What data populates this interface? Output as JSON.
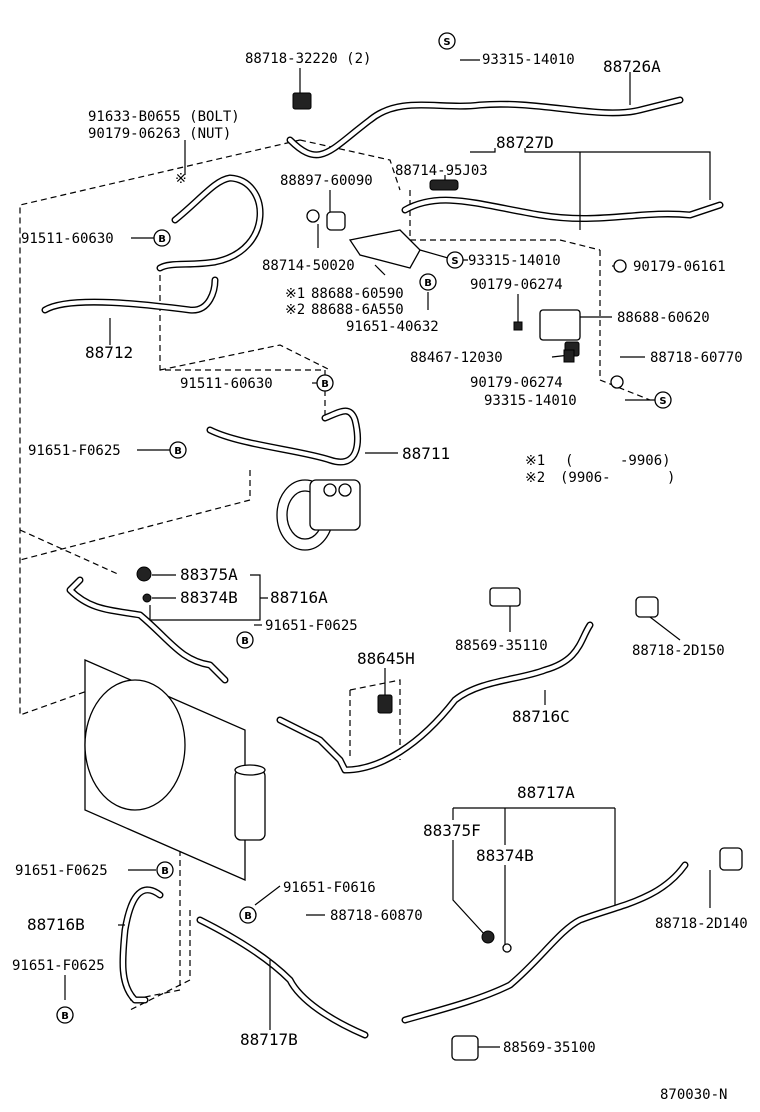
{
  "labels": {
    "p88718_32220": "88718-32220 (2)",
    "p93315_14010_a": "93315-14010",
    "p88726A": "88726A",
    "p91633_B0655": "91633-B0655 (BOLT)",
    "p90179_06263": "90179-06263 (NUT)",
    "p88727D": "88727D",
    "p88714_95J03": "88714-95J03",
    "p88897_60090": "88897-60090",
    "p91511_60630_a": "91511-60630",
    "p88714_50020": "88714-50020",
    "p93315_14010_b": "93315-14010",
    "p90179_06161": "90179-06161",
    "p88688_60590": "88688-60590",
    "p88688_6A550": "88688-6A550",
    "p90179_06274_a": "90179-06274",
    "p91651_40632": "91651-40632",
    "p88688_60620": "88688-60620",
    "p88712": "88712",
    "p88467_12030": "88467-12030",
    "p88718_60770": "88718-60770",
    "p91511_60630_b": "91511-60630",
    "p90179_06274_b": "90179-06274",
    "p93315_14010_c": "93315-14010",
    "p91651_F0625_a": "91651-F0625",
    "p88711": "88711",
    "p88375A": "88375A",
    "p88374B": "88374B",
    "p88716A": "88716A",
    "p91651_F0625_b": "91651-F0625",
    "p88569_35110": "88569-35110",
    "p88718_2D150": "88718-2D150",
    "p88645H": "88645H",
    "p88716C": "88716C",
    "p88717A": "88717A",
    "p88375F": "88375F",
    "p88374B_2": "88374B",
    "p91651_F0625_c": "91651-F0625",
    "p91651_F0616": "91651-F0616",
    "p88716B": "88716B",
    "p88718_60870": "88718-60870",
    "p88718_2D140": "88718-2D140",
    "p91651_F0625_d": "91651-F0625",
    "p88717B": "88717B",
    "p88569_35100": "88569-35100",
    "diagram_code": "870030-N"
  },
  "markers": {
    "star1": "※1",
    "star2": "※2",
    "star": "※",
    "s": "S",
    "b": "B"
  },
  "notes": {
    "n1_range_open": "(",
    "n1_range_value": "-9906)",
    "n2_range_value": "(9906-",
    "n2_range_close": ")"
  }
}
